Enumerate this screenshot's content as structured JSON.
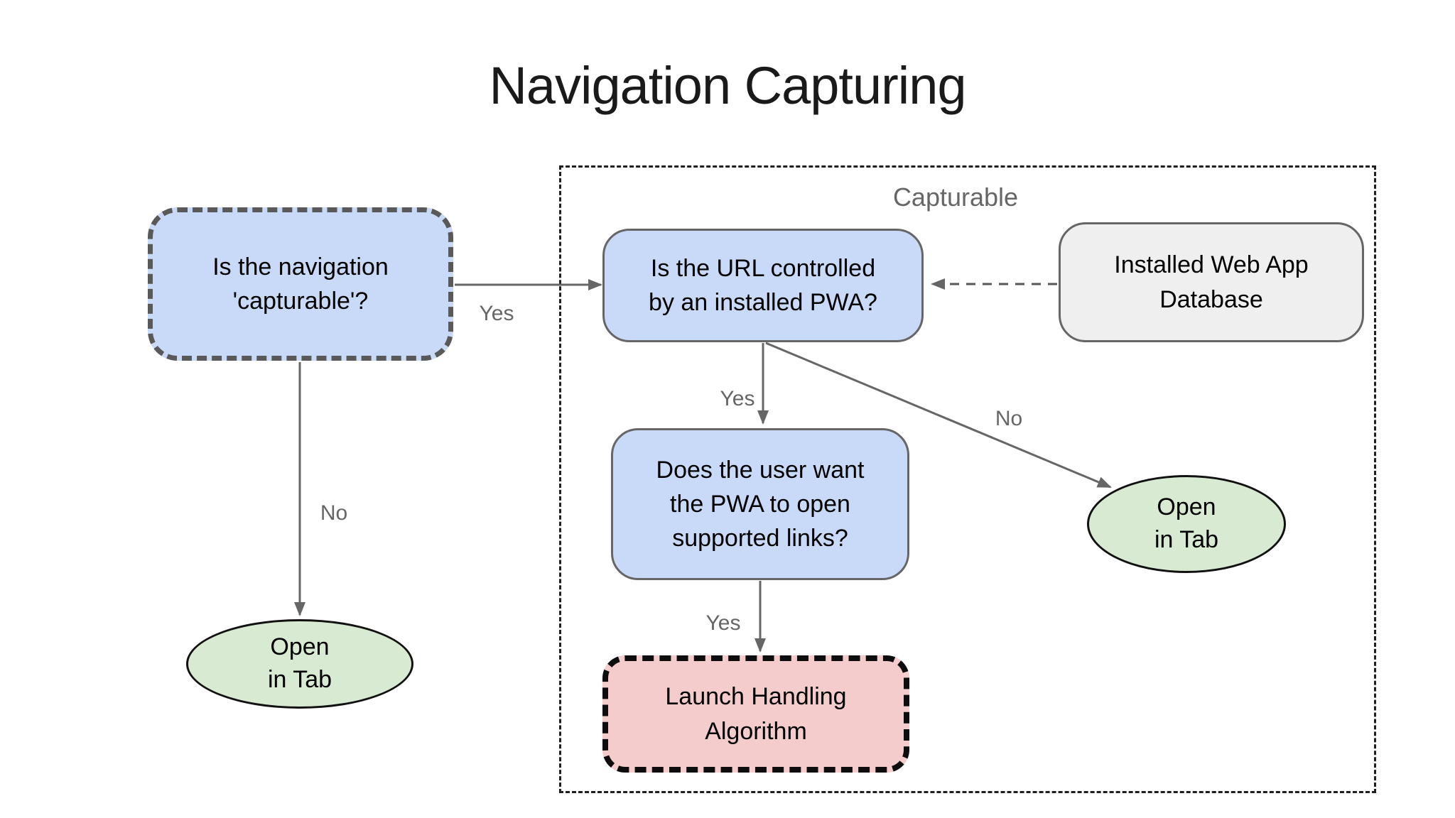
{
  "title": "Navigation Capturing",
  "group": {
    "label": "Capturable"
  },
  "nodes": {
    "is_navigation_capturable": "Is the navigation\n'capturable'?",
    "is_url_controlled": "Is the URL controlled\nby an installed PWA?",
    "installed_web_app_database": "Installed Web App\nDatabase",
    "does_user_want_supported_links": "Does the user want\nthe PWA to open\nsupported links?",
    "launch_handling_algorithm": "Launch Handling\nAlgorithm",
    "open_in_tab_left": "Open\nin Tab",
    "open_in_tab_right": "Open\nin Tab"
  },
  "edge_labels": {
    "capturable_yes": "Yes",
    "capturable_no": "No",
    "url_controlled_yes": "Yes",
    "url_controlled_no": "No",
    "supported_links_yes": "Yes"
  },
  "colors": {
    "decision_fill": "#c9daf8",
    "terminal_fill": "#d9ead3",
    "process_fill": "#f4cccc",
    "data_fill": "#efefef",
    "edge_color": "#666666",
    "label_color": "#666666",
    "container_border": "#1f1f1f",
    "dashed_node_border": "#595959"
  }
}
